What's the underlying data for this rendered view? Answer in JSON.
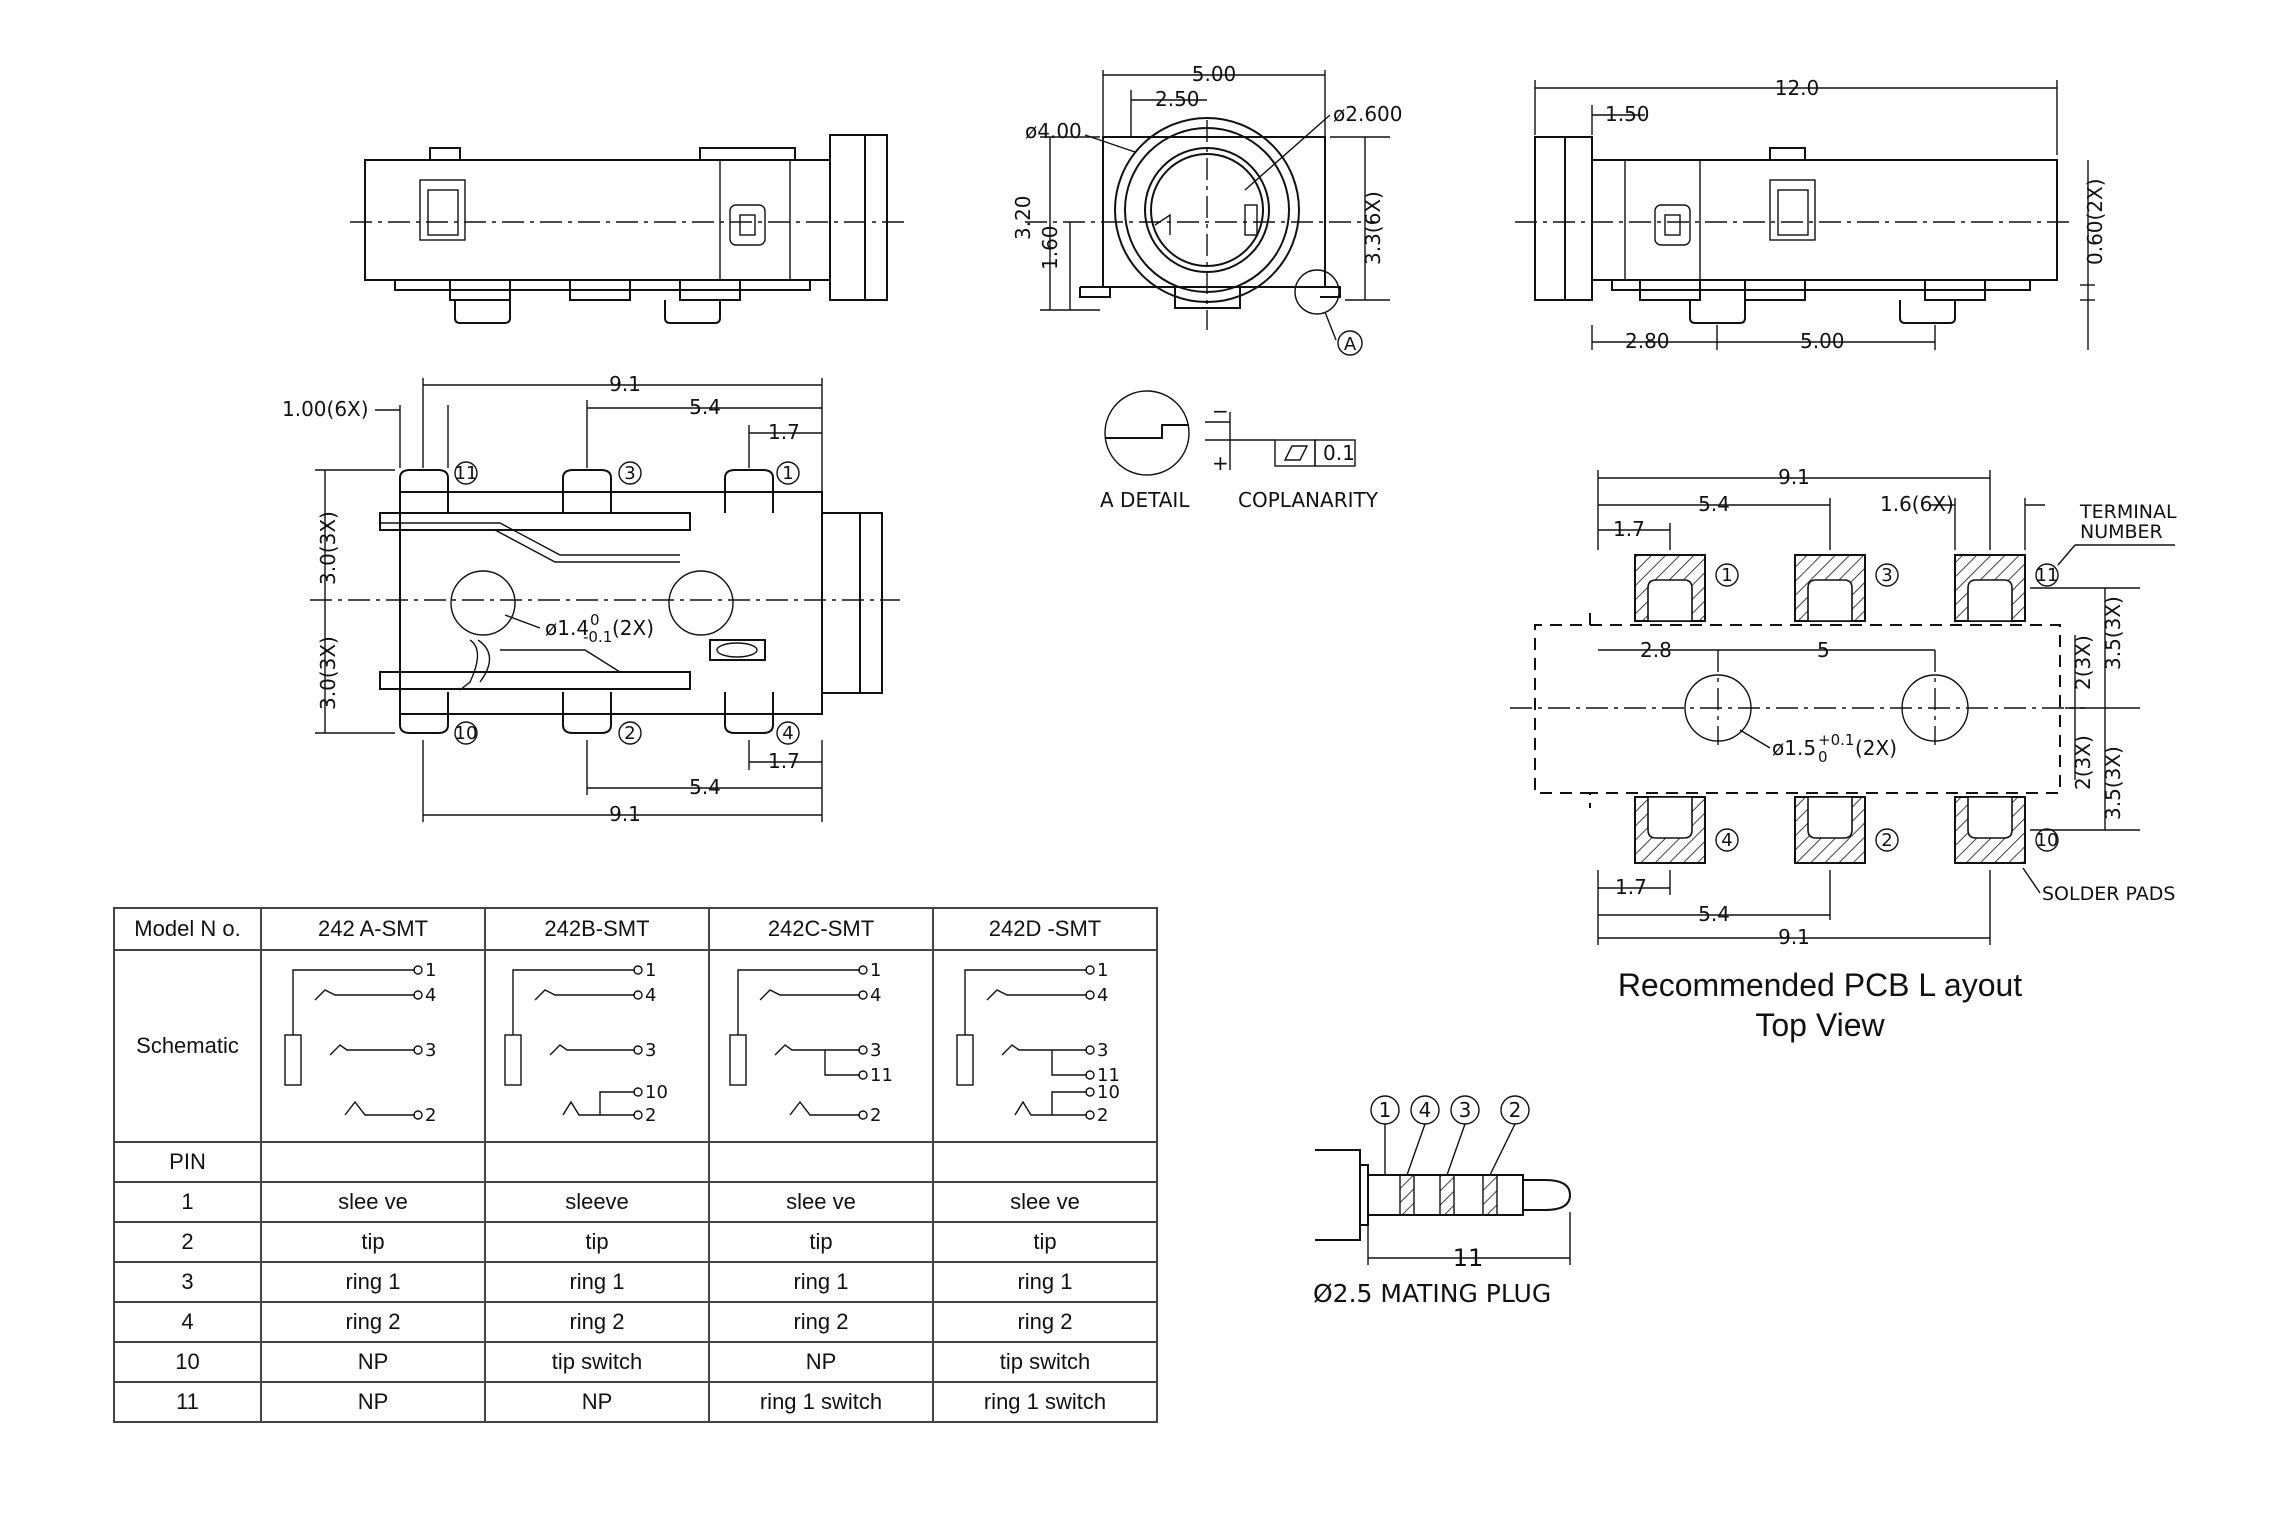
{
  "side_view": {
    "top": {
      "d_overall": "12.0",
      "d_flange": "1.50",
      "d_pin_spacing": "5.00",
      "d_pin_offset": "2.80",
      "d_pin_height": "0.60(2X)"
    }
  },
  "front_view": {
    "d_width": "5.00",
    "d_half": "2.50",
    "d_outer_dia": "ø4.00",
    "d_inner_dia": "ø2.600",
    "d_height": "3.20",
    "d_center": "1.60",
    "d_pin": "3.3(6X)",
    "detail_ref": "A"
  },
  "detail": {
    "label": "A DETAIL",
    "coplanarity_label": "COPLANARITY",
    "tolerance": "0.1",
    "minus": "−",
    "plus": "+"
  },
  "bottom_view": {
    "d_pad_width": "1.00(6X)",
    "d_overall": "9.1",
    "d_mid": "5.4",
    "d_end": "1.7",
    "d_hole": "ø1.4",
    "d_hole_tol_top": "0",
    "d_hole_tol_bot": "-0.1",
    "d_hole_count": "(2X)",
    "d_pitch": "3.0(3X)",
    "pins": [
      "11",
      "3",
      "1",
      "10",
      "2",
      "4"
    ]
  },
  "pcb": {
    "d_overall": "9.1",
    "d_mid": "5.4",
    "d_end": "1.7",
    "d_pad": "1.6(6X)",
    "d_hole_offset": "2.8",
    "d_hole_spacing": "5",
    "d_hole": "ø1.5",
    "d_hole_tol_top": "+0.1",
    "d_hole_tol_bot": "0",
    "d_hole_count": "(2X)",
    "d_v_pitch": "3.5(3X)",
    "d_v_half": "2(3X)",
    "terminal_label_1": "TERMINAL",
    "terminal_label_2": "NUMBER",
    "solder_label": "SOLDER PADS",
    "pins": [
      "1",
      "3",
      "11",
      "4",
      "2",
      "10"
    ],
    "title_1": "Recommended PCB L ayout",
    "title_2": "Top View"
  },
  "plug": {
    "rings": [
      "1",
      "4",
      "3",
      "2"
    ],
    "d_length": "11",
    "label": "Ø2.5 MATING PLUG"
  },
  "table": {
    "header": [
      "Model N o.",
      "242 A-SMT",
      "242B-SMT",
      "242C-SMT",
      "242D -SMT"
    ],
    "schematic_label": "Schematic",
    "schematic_pins": [
      "1",
      "4",
      "3",
      "2",
      "10",
      "11"
    ],
    "pin_label": "PIN",
    "rows": [
      [
        "1",
        "slee ve",
        "sleeve",
        "slee ve",
        "slee ve"
      ],
      [
        "2",
        "tip",
        "tip",
        "tip",
        "tip"
      ],
      [
        "3",
        "ring 1",
        "ring 1",
        "ring 1",
        "ring 1"
      ],
      [
        "4",
        "ring 2",
        "ring 2",
        "ring 2",
        "ring 2"
      ],
      [
        "10",
        "NP",
        "tip switch",
        "NP",
        "tip switch"
      ],
      [
        "11",
        "NP",
        "NP",
        "ring 1 switch",
        "ring 1 switch"
      ]
    ]
  }
}
